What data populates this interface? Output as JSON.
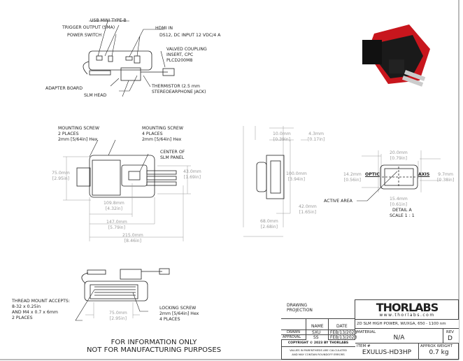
{
  "callouts": {
    "usb": "USB MINI TYPE-B",
    "trigger": "TRIGGER OUTPUT (SMA)",
    "power": "POWER SWITCH",
    "hdmi": "HDMI IN",
    "ds12": "DS12, DC INPUT 12 VDC/4 A",
    "valved": [
      "VALVED COUPLING",
      "INSERT, CPC",
      "PLCD200M8"
    ],
    "adapter": "ADAPTER BOARD",
    "slmhead": "SLM HEAD",
    "thermistor": [
      "THERMISTOR (2.5 mm",
      "STEREOEARPHONE JACK)"
    ],
    "mount2": [
      "MOUNTING SCREW",
      "2 PLACES",
      "2mm [5/64in] Hex"
    ],
    "mount4": [
      "MOUNTING SCREW",
      "4 PLACES",
      "2mm [5/64in] Hex"
    ],
    "center": [
      "CENTER OF",
      "SLM PANEL"
    ],
    "thread": [
      "THREAD MOUNT ACCEPTS:",
      "8-32 x 0.25in",
      "AND M4 x 0.7 x 6mm",
      "2 PLACES"
    ],
    "locking": [
      "LOCKING SCREW",
      "2mm [5/64in] Hex",
      "4 PLACES"
    ],
    "active": "ACTIVE AREA",
    "optic": "OPTIC",
    "axis": "AXIS",
    "detail": [
      "DETAIL A",
      "SCALE 1 : 1"
    ]
  },
  "dims": {
    "d75a": [
      "75.0mm",
      "[2.95in]"
    ],
    "d43": [
      "43.0mm",
      "[1.69in]"
    ],
    "d109": [
      "109.8mm",
      "[4.32in]"
    ],
    "d147": [
      "147.0mm",
      "[5.79in]"
    ],
    "d215": [
      "215.0mm",
      "[8.46in]"
    ],
    "d10": [
      "10.0mm",
      "[0.39in]"
    ],
    "d4": [
      "4.3mm",
      "[0.17in]"
    ],
    "d100": [
      "100.0mm",
      "[3.94in]"
    ],
    "d42": [
      "42.0mm",
      "[1.65in]"
    ],
    "d68": [
      "68.0mm",
      "[2.68in]"
    ],
    "d20": [
      "20.0mm",
      "[0.79in]"
    ],
    "d14": [
      "14.2mm",
      "[0.56in]"
    ],
    "d97": [
      "9.7mm",
      "[0.38in]"
    ],
    "d15": [
      "15.4mm",
      "[0.61in]"
    ],
    "d75b": [
      "75.0mm",
      "[2.95in]"
    ]
  },
  "footer": [
    "FOR INFORMATION ONLY",
    "NOT FOR MANUFACTURING PURPOSES"
  ],
  "title_block": {
    "projection": [
      "DRAWING",
      "PROJECTION"
    ],
    "logo": "THORLABS",
    "website": "www.thorlabs.com",
    "name_header": "NAME",
    "date_header": "DATE",
    "drawn_label": "DRAWN",
    "drawn_name": "SXU",
    "drawn_date": "FEB/13/2023",
    "approval_label": "APPROVAL",
    "approval_name": "SS",
    "approval_date": "FEB/13/2023",
    "copyright": "COPYRIGHT © 2023 BY THORLABS",
    "note": [
      "VALUES IN PARENTHESIS ARE CALCULATED",
      "AND MAY CONTAIN ROUNDOFF ERRORS"
    ],
    "description": "2D SLM HIGH POWER, WUXGA, 650 - 1100 nm",
    "material_label": "MATERIAL",
    "material": "N/A",
    "rev_label": "REV",
    "rev": "D",
    "item_label": "ITEM #",
    "item": "EXULUS-HD3HP",
    "weight_label": "APPROX WEIGHT",
    "weight": "0.7 kg"
  },
  "colors": {
    "housing": "#c8161d"
  }
}
